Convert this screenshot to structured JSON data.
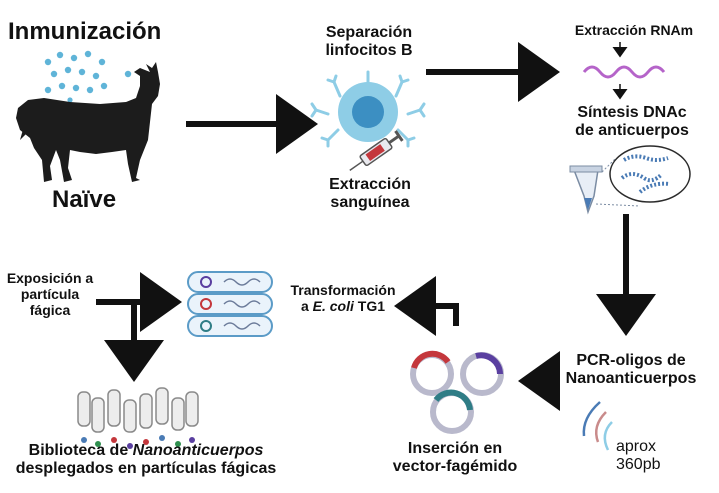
{
  "diagram": {
    "immunization": "Inmunización",
    "naive": "Naïve",
    "b_cell_sep": [
      "Separación",
      "linfocitos B"
    ],
    "blood_extraction": [
      "Extracción",
      "sanguínea"
    ],
    "mrna_extraction": "Extracción RNAm",
    "cdna_synthesis": [
      "Síntesis DNAc",
      "de anticuerpos"
    ],
    "pcr": [
      "PCR-oligos de",
      "Nanoanticuerpos"
    ],
    "size_note": [
      "aprox",
      "360pb"
    ],
    "insertion": [
      "Inserción en",
      "vector-fagémido"
    ],
    "transformation_line1": "Transformación",
    "transformation_prefix": "a ",
    "transformation_italic": "E. coli",
    "transformation_suffix": " TG1",
    "phage_exposure": [
      "Exposición a",
      "partícula",
      "fágica"
    ],
    "library_prefix": "Biblioteca de ",
    "library_italic": "Nanoanticuerpos",
    "library_line2": "desplegados en partículas fágicas"
  },
  "colors": {
    "arrow": "#111111",
    "llama": "#1c1c1c",
    "dots": "#5fb4d8",
    "cell": "#8ecde6",
    "nucleus": "#3c8fc2",
    "mrna": "#b564c9",
    "dna": "#4a7bb5",
    "plasmid_ring": "#b9b9cc",
    "insert_red": "#c4373c",
    "insert_purple": "#5a3fa0",
    "insert_teal": "#2f7d86",
    "ecoli_outline": "#5b9bc7"
  }
}
